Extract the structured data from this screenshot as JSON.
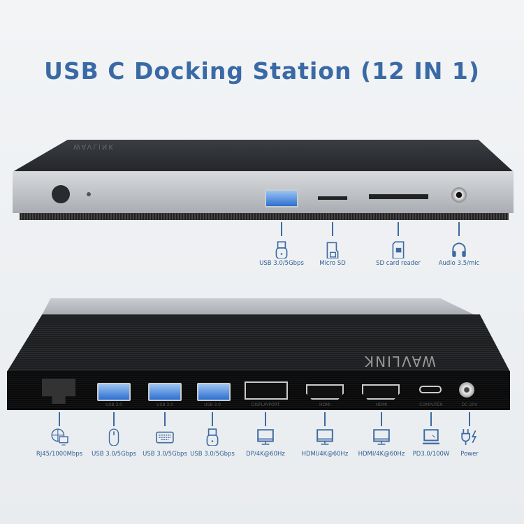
{
  "title": "USB C Docking Station (12 IN 1)",
  "brand": "WAVLINK",
  "front_ports": [
    {
      "label": "USB 3.0/5Gbps",
      "icon": "usb-stick-icon"
    },
    {
      "label": "Micro SD",
      "icon": "micro-sd-icon"
    },
    {
      "label": "SD card reader",
      "icon": "sd-card-icon"
    },
    {
      "label": "Audio 3.5/mic",
      "icon": "headphones-icon"
    }
  ],
  "rear_ports": [
    {
      "label": "RJ45/1000Mbps",
      "icon": "network-icon",
      "silk": ""
    },
    {
      "label": "USB 3.0/5Gbps",
      "icon": "mouse-icon",
      "silk": "USB 3.0"
    },
    {
      "label": "USB 3.0/5Gbps",
      "icon": "keyboard-icon",
      "silk": "USB 3.0"
    },
    {
      "label": "USB 3.0/5Gbps",
      "icon": "usb-stick-icon",
      "silk": "USB 3.0"
    },
    {
      "label": "DP/4K@60Hz",
      "icon": "monitor-icon",
      "silk": "DISPLAYPORT"
    },
    {
      "label": "HDMI/4K@60Hz",
      "icon": "monitor-icon",
      "silk": "HDMI"
    },
    {
      "label": "HDMI/4K@60Hz",
      "icon": "monitor-icon",
      "silk": "HDMI"
    },
    {
      "label": "PD3.0/100W",
      "icon": "laptop-icon",
      "silk": "COMPUTER"
    },
    {
      "label": "Power",
      "icon": "power-plug-icon",
      "silk": "DC-20V"
    }
  ],
  "colors": {
    "accent": "#3a6aa6"
  }
}
